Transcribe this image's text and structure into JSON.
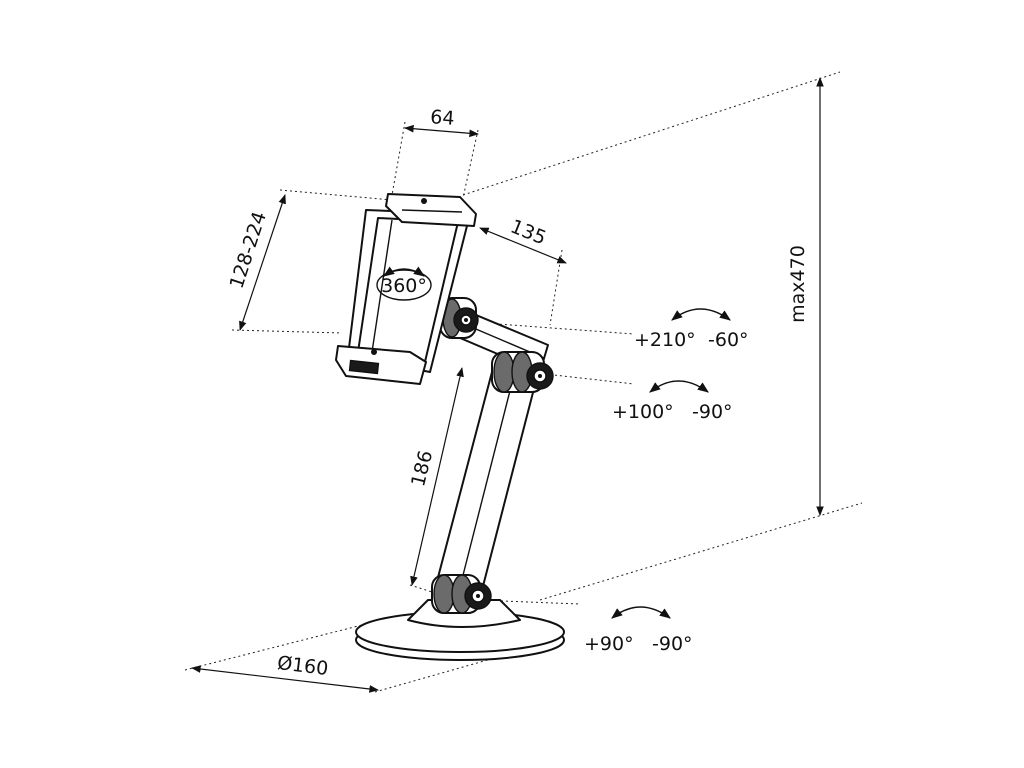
{
  "dimensions": {
    "clamp_width": "64",
    "clamp_height": "128-224",
    "upper_arm": "135",
    "lower_arm": "186",
    "max_height": "max470",
    "base_diameter": "Ø160"
  },
  "rotations": {
    "head": "360°",
    "upper_joint_plus": "+210°",
    "upper_joint_minus": "-60°",
    "middle_joint_plus": "+100°",
    "middle_joint_minus": "-90°",
    "base_joint_plus": "+90°",
    "base_joint_minus": "-90°"
  },
  "colors": {
    "line": "#111111",
    "joint_dark": "#1a1a1a",
    "joint_mid": "#6b6b6b",
    "background": "#ffffff"
  }
}
